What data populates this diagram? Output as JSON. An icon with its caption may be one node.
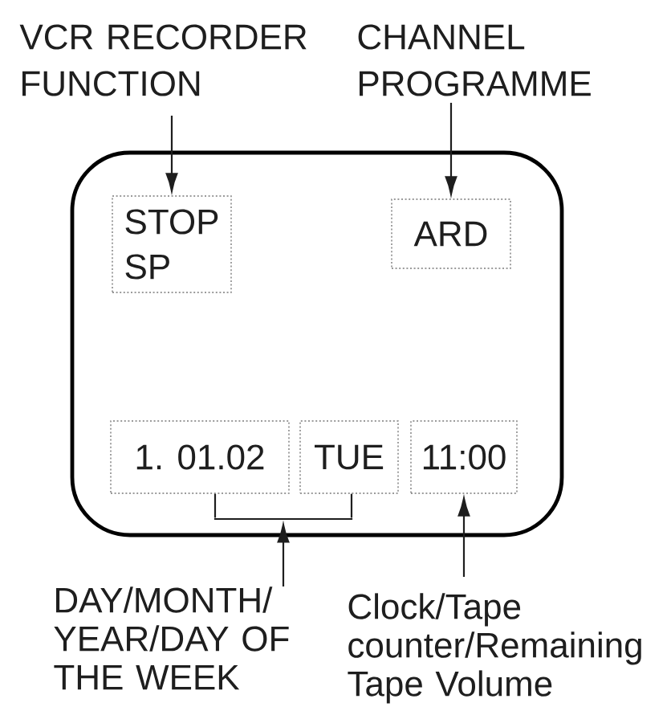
{
  "diagram": {
    "nodes": [
      {
        "text": [
          "VCR RECORDER FUNCTION"
        ]
      },
      {
        "text": [
          "CHANNEL PROGRAMME"
        ]
      },
      {
        "text": [],
        "shape": "box"
      },
      {
        "text": [
          "STOP",
          "SP"
        ],
        "in": 2
      },
      {
        "text": [
          "ARD"
        ],
        "in": 2
      },
      {
        "text": [
          "1. 01.02"
        ],
        "in": 2
      },
      {
        "text": [
          "TUE"
        ],
        "in": 2
      },
      {
        "text": [
          "11:00"
        ],
        "in": 2
      },
      {
        "text": [
          "DAY/MONTH/ YEAR/DAY OF THE WEEK"
        ]
      },
      {
        "text": [
          "Clock/Tape counter/Remaining Tape Volume"
        ]
      },
      {
        "text": [],
        "shape": "bar",
        "in": 2
      }
    ],
    "edges": [
      {
        "from": 0,
        "to": 3,
        "arrow": "to"
      },
      {
        "from": 1,
        "to": 4,
        "arrow": "to"
      },
      {
        "from": 8,
        "to": 10,
        "arrow": "to"
      },
      {
        "from": 10,
        "to": 5,
        "arrow": "none"
      },
      {
        "from": 10,
        "to": 6,
        "arrow": "none"
      },
      {
        "from": 9,
        "to": 7,
        "arrow": "to"
      }
    ]
  }
}
